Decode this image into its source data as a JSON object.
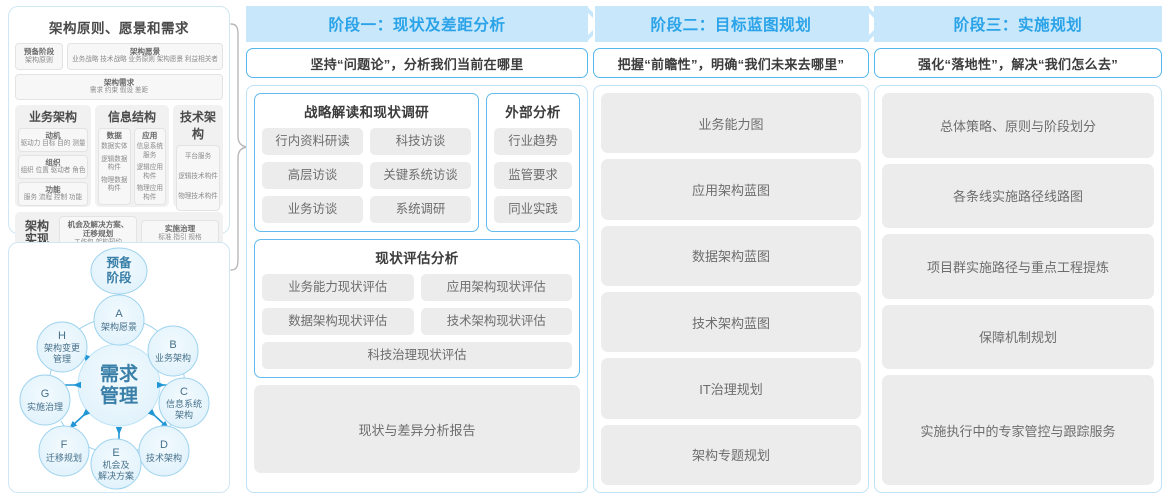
{
  "colors": {
    "banner_bg": "#c8e7fb",
    "banner_text": "#2aa3e8",
    "card_border": "#62bbec",
    "chip_bg": "#ececec",
    "cycle_node": "#d7eefb",
    "cycle_arrow": "#2196d6"
  },
  "togaf": {
    "title": "架构原则、愿景和需求",
    "prep": {
      "line1": "预备阶段",
      "line2": "架构原则"
    },
    "vision": {
      "title": "架构愿景",
      "items": "业务战略 技术战略 业务原则 架构愿景 利益相关者"
    },
    "requirements": {
      "title": "架构需求",
      "items": "需求  约束  假设  差距"
    },
    "columns": [
      {
        "title": "业务架构",
        "groups": [
          {
            "title": "动机",
            "items": "驱动力 目标 目的 测量"
          },
          {
            "title": "组织",
            "items": "组织 位置 驱动者 角色"
          },
          {
            "title": "功能",
            "items": "服务 流程 控制 功能"
          }
        ]
      },
      {
        "title": "信息结构",
        "subcolumns": [
          {
            "title": "数据",
            "items": [
              "数据实体",
              "逻辑数据构件",
              "物理数据构件"
            ]
          },
          {
            "title": "应用",
            "items": [
              "信息系统服务",
              "逻辑应用构件",
              "物理应用构件"
            ]
          }
        ]
      },
      {
        "title": "技术架构",
        "items": [
          "平台服务",
          "逻辑技术构件",
          "物理技术构件"
        ]
      }
    ],
    "realize": {
      "label": "架构\n实现",
      "label_l1": "架构",
      "label_l2": "实现",
      "boxes": [
        {
          "title": "机会及解决方案、迁移规划",
          "title_l1": "机会及解决方案、",
          "title_l2": "迁移规划",
          "items": "工作包  架构契约"
        },
        {
          "title": "实施治理",
          "items": "标准  指引  规格"
        }
      ]
    }
  },
  "cycle": {
    "top_node": {
      "l1": "预备",
      "l2": "阶段"
    },
    "center": {
      "l1": "需求",
      "l2": "管理"
    },
    "nodes": [
      {
        "key": "A",
        "l1": "A",
        "l2": "架构愿景",
        "l3": ""
      },
      {
        "key": "B",
        "l1": "B",
        "l2": "业务架构",
        "l3": ""
      },
      {
        "key": "C",
        "l1": "C",
        "l2": "信息系统",
        "l3": "架构"
      },
      {
        "key": "D",
        "l1": "D",
        "l2": "技术架构",
        "l3": ""
      },
      {
        "key": "E",
        "l1": "E",
        "l2": "机会及",
        "l3": "解决方案"
      },
      {
        "key": "F",
        "l1": "F",
        "l2": "迁移规划",
        "l3": ""
      },
      {
        "key": "G",
        "l1": "G",
        "l2": "实施治理",
        "l3": ""
      },
      {
        "key": "H",
        "l1": "H",
        "l2": "架构变更",
        "l3": "管理"
      }
    ]
  },
  "stages": [
    {
      "id": "stage1",
      "banner": "阶段一：现状及差距分析",
      "subtitle": "坚持“问题论”，分析我们当前在哪里",
      "cards": [
        {
          "title": "战略解读和现状调研",
          "rows": [
            [
              "行内资料研读",
              "科技访谈"
            ],
            [
              "高层访谈",
              "关键系统访谈"
            ],
            [
              "业务访谈",
              "系统调研"
            ]
          ]
        },
        {
          "title": "外部分析",
          "items": [
            "行业趋势",
            "监管要求",
            "同业实践"
          ]
        },
        {
          "title": "现状评估分析",
          "rows": [
            [
              "业务能力现状评估",
              "应用架构现状评估"
            ],
            [
              "数据架构现状评估",
              "技术架构现状评估"
            ],
            [
              "科技治理现状评估"
            ]
          ]
        }
      ],
      "report": "现状与差异分析报告"
    },
    {
      "id": "stage2",
      "banner": "阶段二：目标蓝图规划",
      "subtitle": "把握“前瞻性”，明确“我们未来去哪里”",
      "items": [
        "业务能力图",
        "应用架构蓝图",
        "数据架构蓝图",
        "技术架构蓝图",
        "IT治理规划",
        "架构专题规划"
      ]
    },
    {
      "id": "stage3",
      "banner": "阶段三：实施规划",
      "subtitle": "强化“落地性”，解决“我们怎么去”",
      "items": [
        "总体策略、原则与阶段划分",
        "各条线实施路径线路图",
        "项目群实施路径与重点工程提炼",
        "保障机制规划",
        "实施执行中的专家管控与跟踪服务"
      ]
    }
  ]
}
